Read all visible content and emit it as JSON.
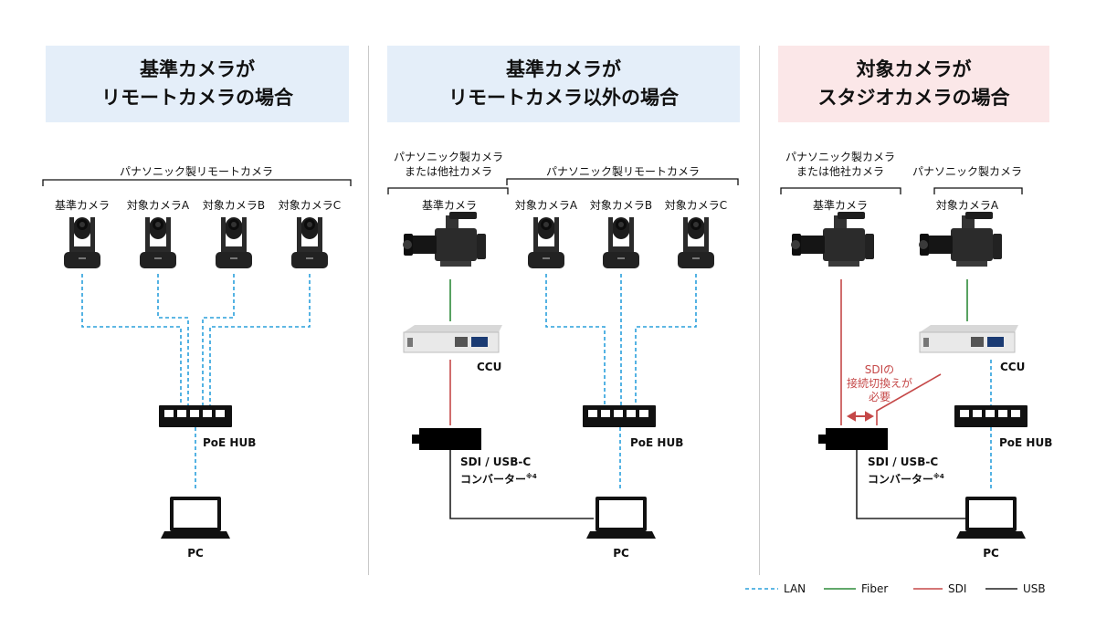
{
  "panels": [
    {
      "title_line1": "基準カメラが",
      "title_line2": "リモートカメラの場合",
      "group_label": "パナソニック製リモートカメラ",
      "cameras": [
        "基準カメラ",
        "対象カメラA",
        "対象カメラB",
        "対象カメラC"
      ],
      "hub_label": "PoE HUB",
      "pc_label": "PC"
    },
    {
      "title_line1": "基準カメラが",
      "title_line2": "リモートカメラ以外の場合",
      "other_group_line1": "パナソニック製カメラ",
      "other_group_line2": "または他社カメラ",
      "group_label": "パナソニック製リモートカメラ",
      "ref_camera": "基準カメラ",
      "cameras": [
        "対象カメラA",
        "対象カメラB",
        "対象カメラC"
      ],
      "ccu_label": "CCU",
      "hub_label": "PoE HUB",
      "converter_line1": "SDI / USB-C",
      "converter_line2": "コンバーター",
      "converter_note": "※4",
      "pc_label": "PC"
    },
    {
      "title_line1": "対象カメラが",
      "title_line2": "スタジオカメラの場合",
      "other_group_line1": "パナソニック製カメラ",
      "other_group_line2": "または他社カメラ",
      "target_group_label": "パナソニック製カメラ",
      "ref_camera": "基準カメラ",
      "target_camera": "対象カメラA",
      "ccu_label": "CCU",
      "hub_label": "PoE HUB",
      "sdi_note_line1": "SDIの",
      "sdi_note_line2": "接続切換えが",
      "sdi_note_line3": "必要",
      "converter_line1": "SDI / USB-C",
      "converter_line2": "コンバーター",
      "converter_note": "※4",
      "pc_label": "PC"
    }
  ],
  "legend": [
    {
      "label": "LAN",
      "color": "#2aa0dc",
      "style": "dashed"
    },
    {
      "label": "Fiber",
      "color": "#2e8b3a",
      "style": "solid"
    },
    {
      "label": "SDI",
      "color": "#c54848",
      "style": "solid"
    },
    {
      "label": "USB",
      "color": "#222222",
      "style": "solid"
    }
  ]
}
